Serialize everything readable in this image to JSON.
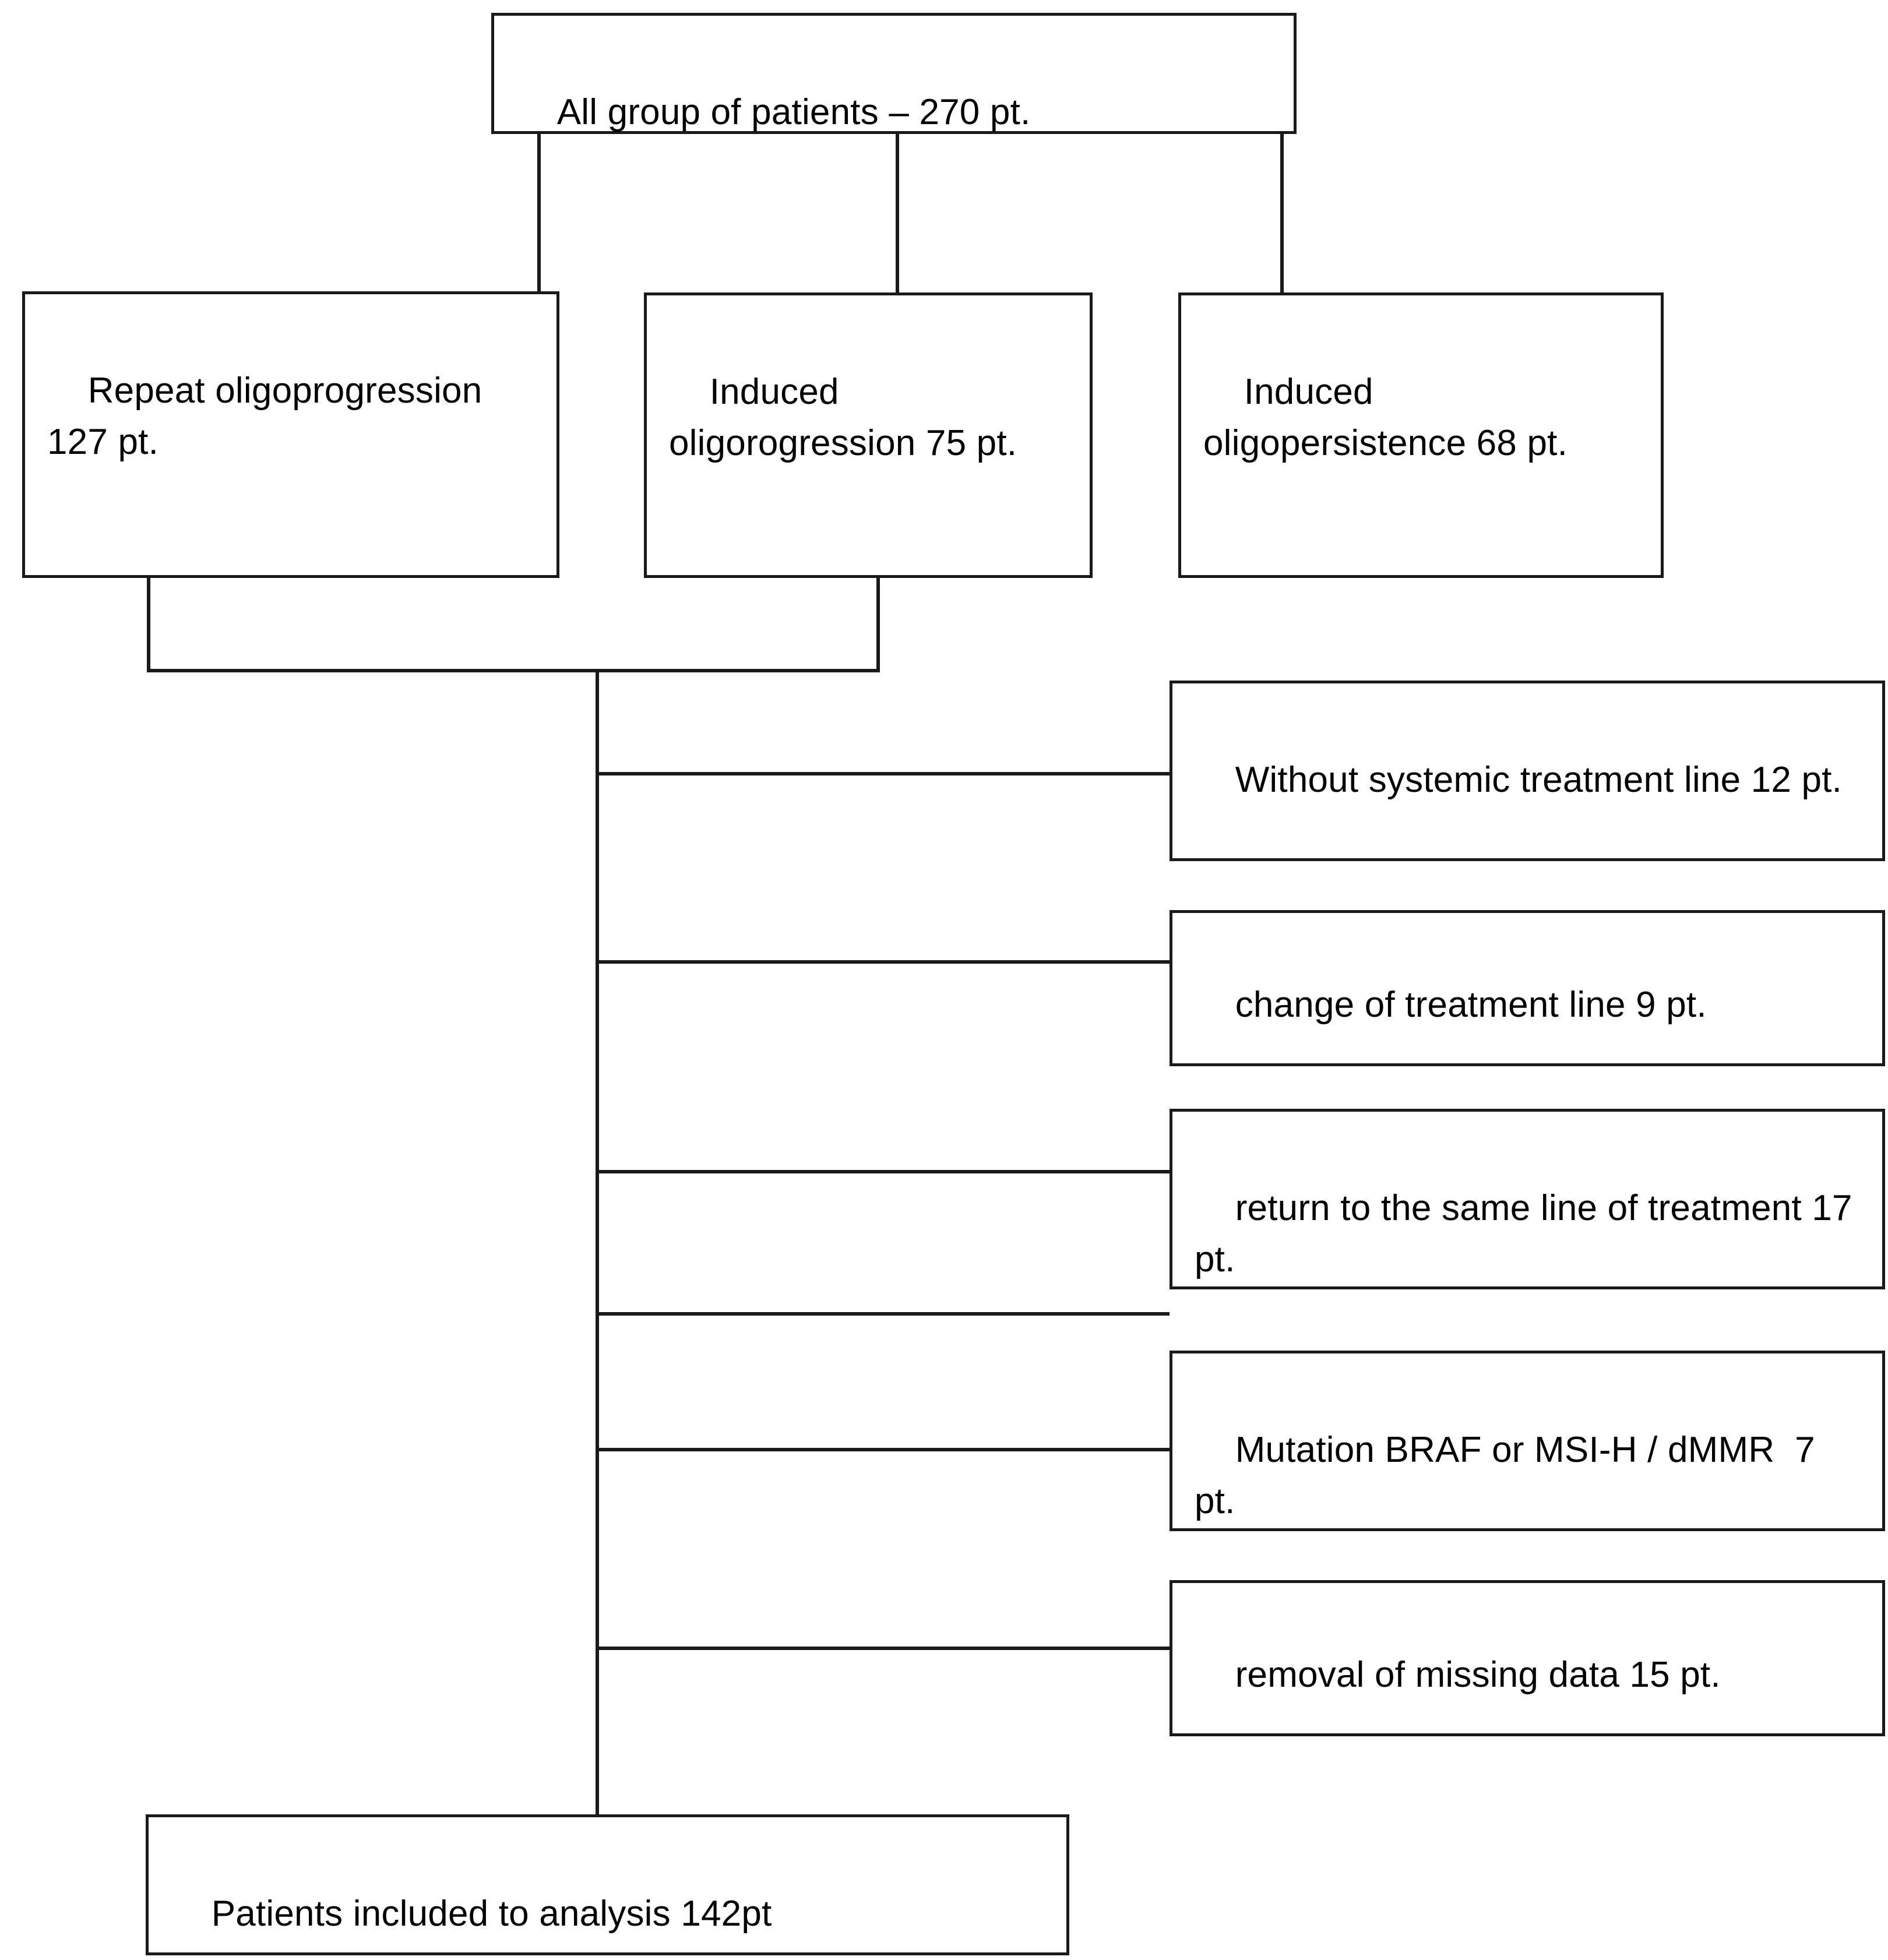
{
  "diagram": {
    "type": "patient-flow-chart",
    "title_node": {
      "id": "all-patients",
      "text": "All group of patients – 270 pt.",
      "count": 270
    },
    "groups": [
      {
        "id": "repeat-oligoprogression",
        "text": "Repeat oligoprogression 127 pt.",
        "count": 127
      },
      {
        "id": "induced-oligorogression",
        "text": "Induced oligorogression 75 pt.",
        "count": 75
      },
      {
        "id": "induced-oligopersistence",
        "text": "Induced oligopersistence 68 pt.",
        "count": 68
      }
    ],
    "exclusions": [
      {
        "id": "without-systemic-treatment-line",
        "text": "Without systemic treatment line 12 pt.",
        "count": 12
      },
      {
        "id": "change-of-treatment-line",
        "text": "change of treatment line 9 pt.",
        "count": 9
      },
      {
        "id": "return-to-same-line",
        "text": "return to the same line of treatment 17 pt.",
        "count": 17
      },
      {
        "id": "mutation-braf-msi-h-dmmr",
        "text": "Mutation BRAF or MSI-H / dMMR  7 pt.",
        "count": 7
      },
      {
        "id": "removal-of-missing-data",
        "text": "removal of missing data 15 pt.",
        "count": 15
      }
    ],
    "result_node": {
      "id": "patients-included",
      "text": "Patients included to analysis 142pt",
      "count": 142
    },
    "colors": {
      "box_border": "#1a1a1a",
      "box_fill": "#ffffff",
      "connector": "#1a1a1a",
      "text": "#000000"
    }
  }
}
